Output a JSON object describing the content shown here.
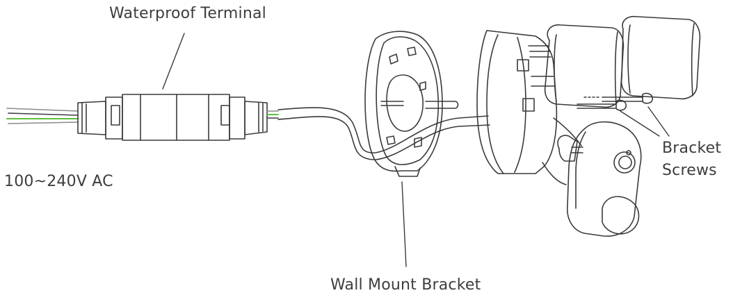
{
  "labels": {
    "waterproof_terminal": "Waterproof Terminal",
    "voltage": "100~240V AC",
    "wall_mount_bracket": "Wall Mount Bracket",
    "bracket_screws_line1": "Bracket",
    "bracket_screws_line2": "Screws"
  },
  "colors": {
    "line": "#3a3a3a",
    "wire_green": "#5cbf3a",
    "wire_grey": "#8a8a8a"
  }
}
